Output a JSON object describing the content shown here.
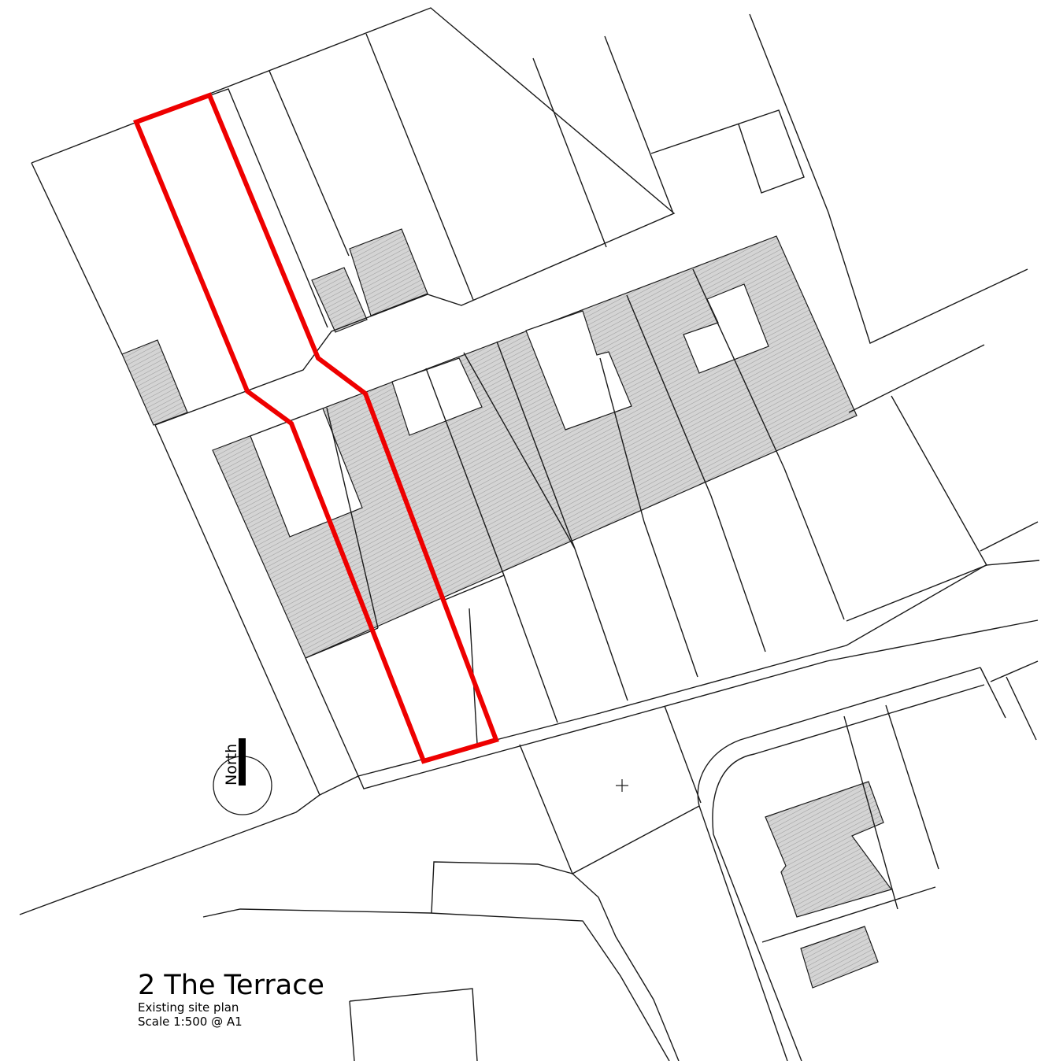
{
  "drawing": {
    "title": "2 The Terrace",
    "subtitle": "Existing site plan",
    "scale": "Scale 1:500 @ A1"
  },
  "north_arrow": {
    "label": "North",
    "icon": "north-arrow-icon"
  },
  "colors": {
    "boundary": "#ee0000",
    "building_fill": "#d2d2d2",
    "linework": "#1a1a1a"
  },
  "icons": [
    "north-arrow-icon",
    "crosshair-icon"
  ]
}
